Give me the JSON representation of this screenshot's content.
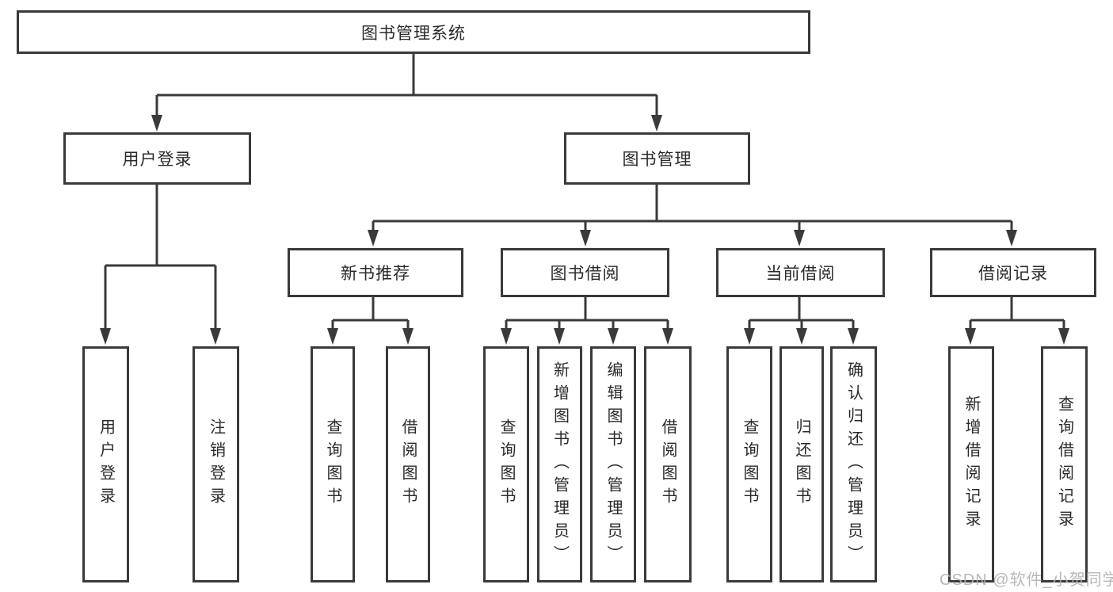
{
  "tree": {
    "label": "图书管理系统",
    "children": [
      {
        "label": "用户登录",
        "children": [
          {
            "label": "用户登录"
          },
          {
            "label": "注销登录"
          }
        ]
      },
      {
        "label": "图书管理",
        "children": [
          {
            "label": "新书推荐",
            "children": [
              {
                "label": "查询图书"
              },
              {
                "label": "借阅图书"
              }
            ]
          },
          {
            "label": "图书借阅",
            "children": [
              {
                "label": "查询图书"
              },
              {
                "label": "新增图书（管理员）"
              },
              {
                "label": "编辑图书（管理员）"
              },
              {
                "label": "借阅图书"
              }
            ]
          },
          {
            "label": "当前借阅",
            "children": [
              {
                "label": "查询图书"
              },
              {
                "label": "归还图书"
              },
              {
                "label": "确认归还（管理员）"
              }
            ]
          },
          {
            "label": "借阅记录",
            "children": [
              {
                "label": "新增借阅记录"
              },
              {
                "label": "查询借阅记录"
              }
            ]
          }
        ]
      }
    ]
  },
  "watermark": {
    "text": "CSDN @软件_小贺同学"
  },
  "colors": {
    "line": "#3a3a3a",
    "text": "#2a2a2a",
    "watermark": "#b2b2b2",
    "background": "#ffffff"
  }
}
